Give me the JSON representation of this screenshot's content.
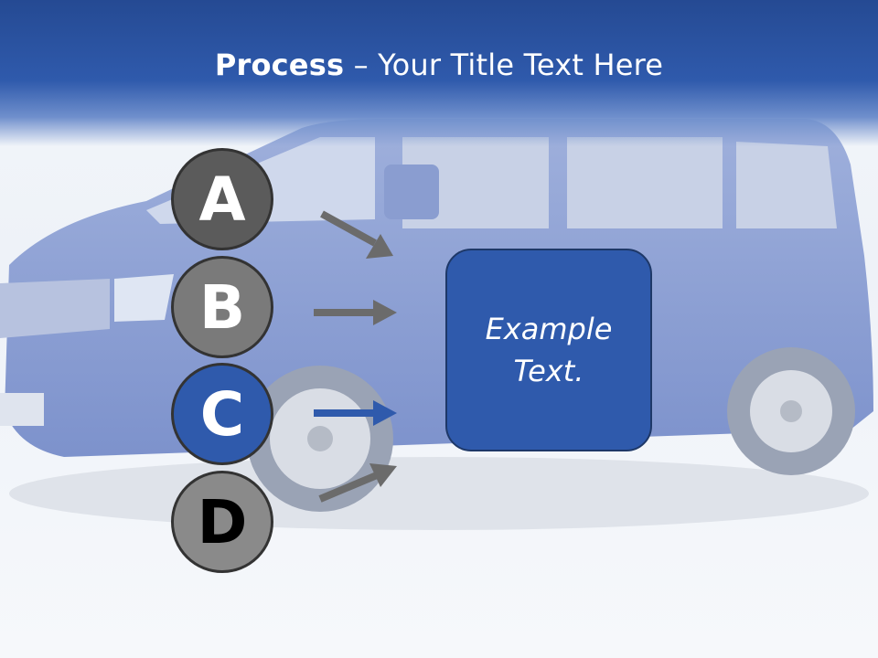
{
  "title": {
    "bold": "Process",
    "rest": " – Your Title Text Here"
  },
  "steps": [
    {
      "letter": "A",
      "color": "#5b5b5b"
    },
    {
      "letter": "B",
      "color": "#7a7a7a"
    },
    {
      "letter": "C",
      "color": "#2f5aac"
    },
    {
      "letter": "D",
      "color": "#8a8a8a"
    }
  ],
  "box": {
    "line1": "Example",
    "line2": "Text.",
    "color": "#2f5aac"
  },
  "colors": {
    "header": "#2f5aac",
    "arrow_gray": "#6b6b6b",
    "arrow_blue": "#2f5aac"
  }
}
